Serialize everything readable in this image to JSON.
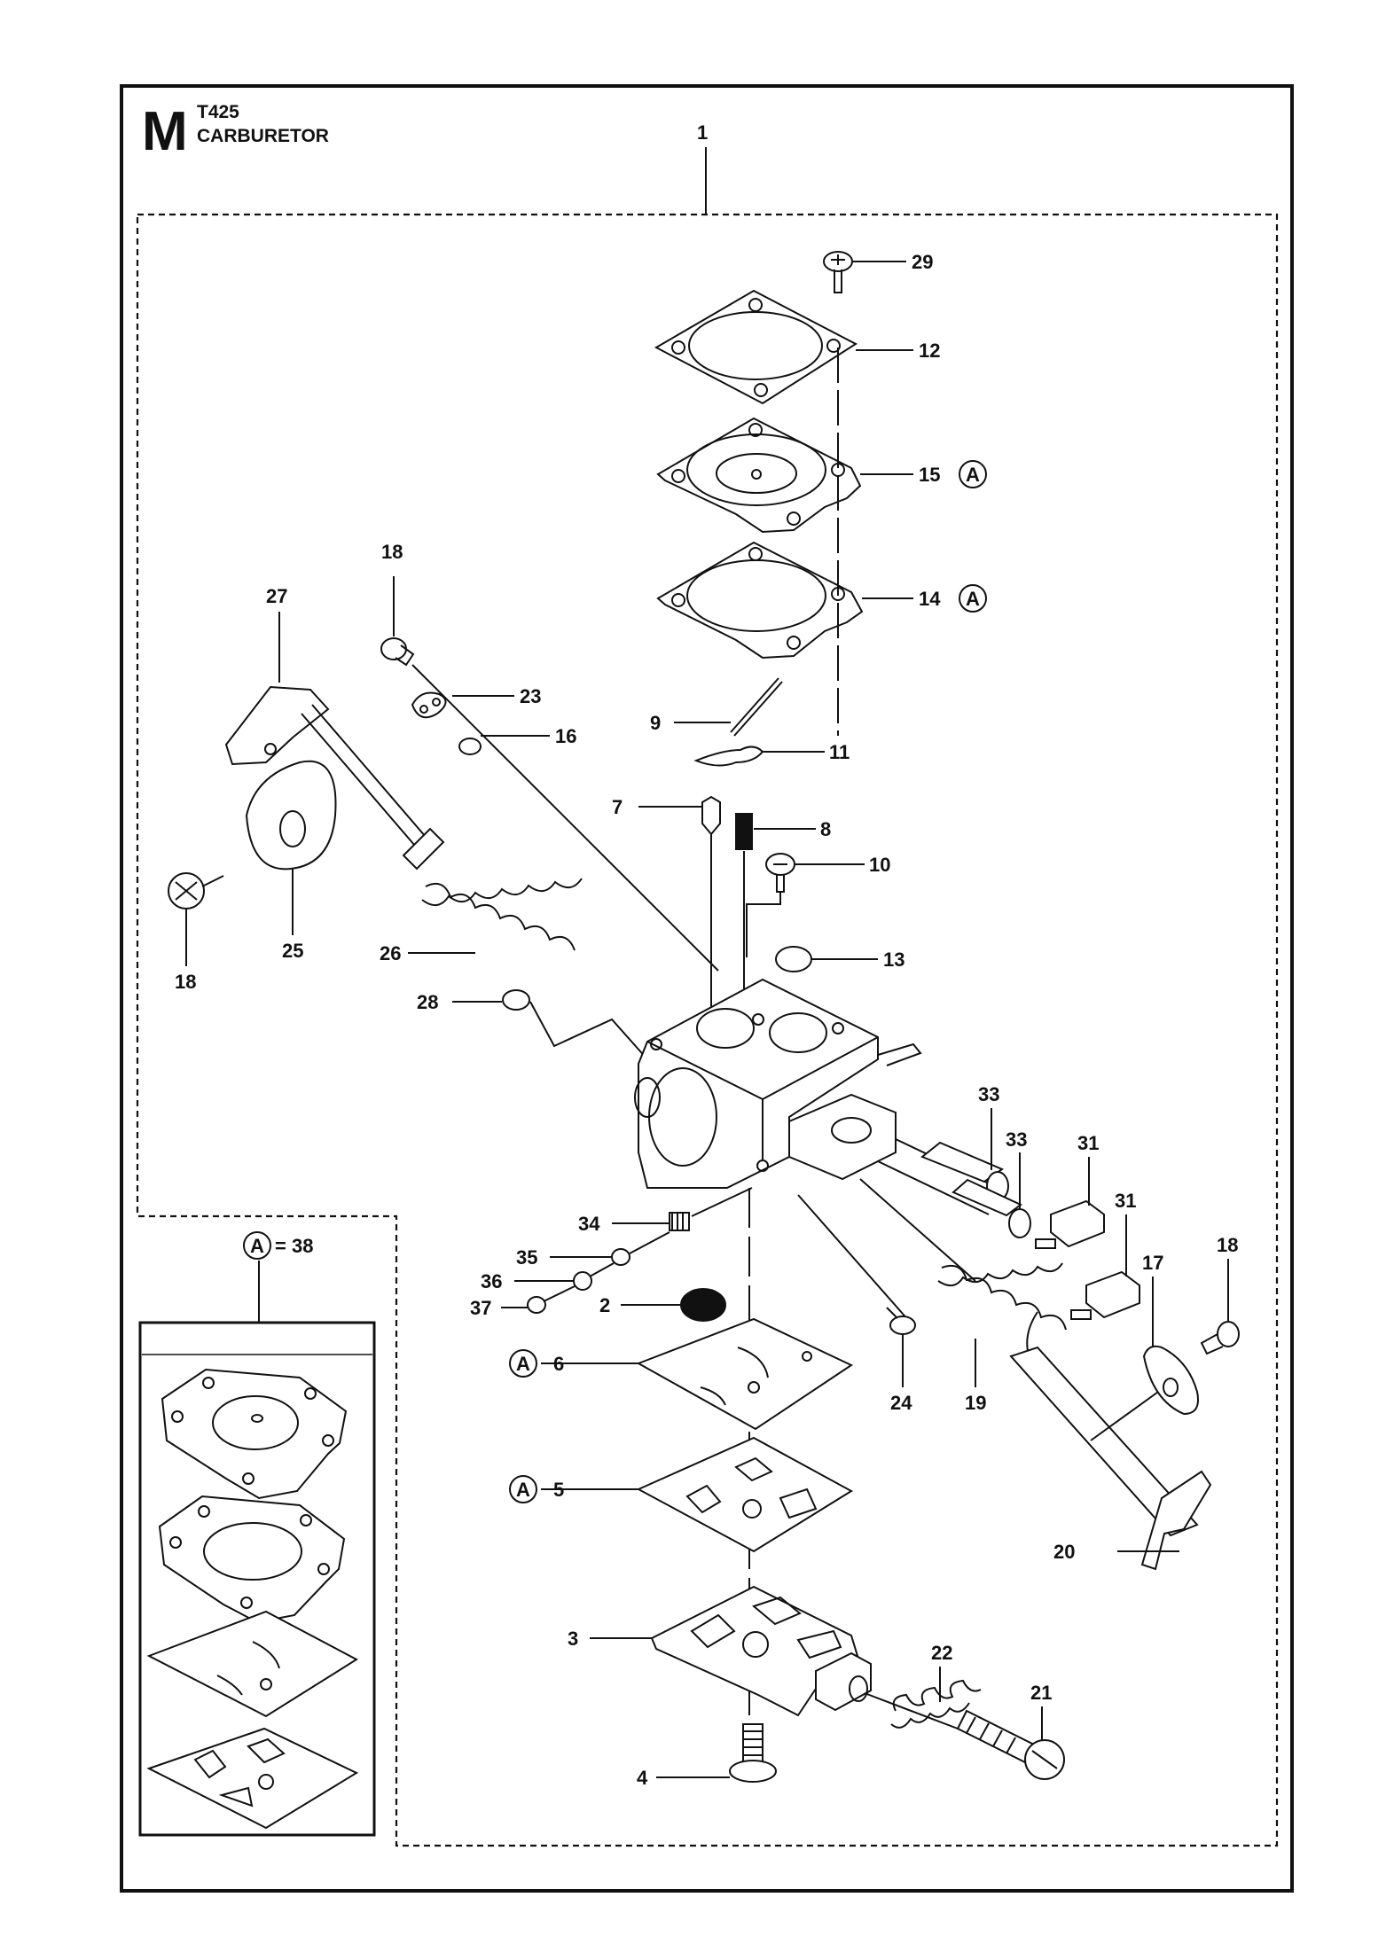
{
  "header": {
    "section_letter": "M",
    "model": "T425",
    "title": "CARBURETOR"
  },
  "kit": {
    "marker": "A",
    "equals": "= 38"
  },
  "callouts": [
    "1",
    "29",
    "12",
    "15",
    "14",
    "18",
    "27",
    "23",
    "16",
    "9",
    "11",
    "7",
    "8",
    "10",
    "18",
    "25",
    "26",
    "13",
    "28",
    "33",
    "33",
    "31",
    "31",
    "18",
    "17",
    "34",
    "35",
    "36",
    "37",
    "2",
    "6",
    "24",
    "19",
    "5",
    "20",
    "3",
    "22",
    "21",
    "4"
  ],
  "kit_markers": [
    "A",
    "A",
    "A",
    "A"
  ]
}
